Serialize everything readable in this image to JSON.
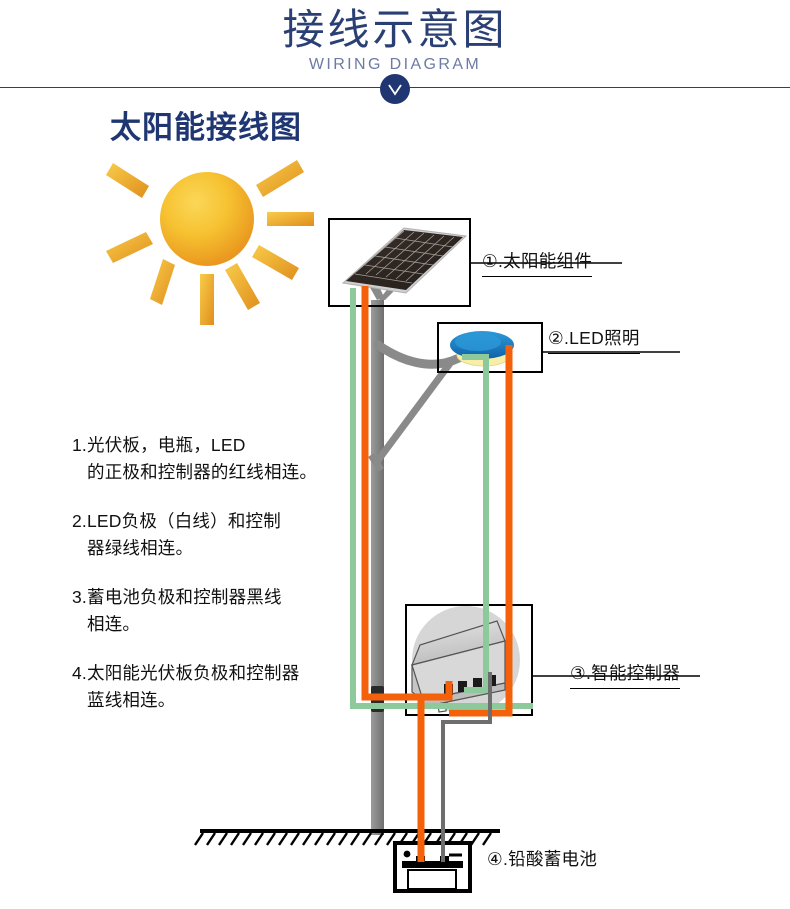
{
  "header": {
    "title": "接线示意图",
    "subtitle": "WIRING DIAGRAM",
    "badge_icon": "chevron-down-icon",
    "accent_color": "#1f3672",
    "rule_color": "#2a3f74"
  },
  "section": {
    "title": "太阳能接线图"
  },
  "notes": [
    {
      "line1": "1.光伏板，电瓶，LED",
      "line2": "的正极和控制器的红线相连。"
    },
    {
      "line1": "2.LED负极（白线）和控制",
      "line2": "器绿线相连。"
    },
    {
      "line1": "3.蓄电池负极和控制器黑线",
      "line2": "相连。"
    },
    {
      "line1": "4.太阳能光伏板负极和控制器",
      "line2": "蓝线相连。"
    }
  ],
  "callouts": [
    {
      "id": "callout-1",
      "label": "①.太阳能组件"
    },
    {
      "id": "callout-2",
      "label": "②.LED照明"
    },
    {
      "id": "callout-3",
      "label": "③.智能控制器"
    },
    {
      "id": "callout-4",
      "label": "④.铅酸蓄电池"
    }
  ],
  "diagram": {
    "components": [
      {
        "name": "sun",
        "label": "太阳"
      },
      {
        "name": "solar-panel",
        "label": "太阳能组件"
      },
      {
        "name": "led-lamp-head",
        "label": "LED照明"
      },
      {
        "name": "light-pole",
        "label": "灯杆"
      },
      {
        "name": "controller",
        "label": "智能控制器"
      },
      {
        "name": "battery",
        "label": "铅酸蓄电池"
      },
      {
        "name": "ground-line",
        "label": "地面"
      }
    ],
    "wires": [
      {
        "name": "positive-wire",
        "color": "#f4610a",
        "note": "正极 红线"
      },
      {
        "name": "led-negative-wire",
        "color": "#8dc99a",
        "note": "LED负极 绿线"
      },
      {
        "name": "battery-negative-wire",
        "color": "#6e6e6e",
        "note": "蓄电池负极 黑线"
      }
    ],
    "colors": {
      "orange_wire": "#f4610a",
      "green_wire": "#8dc99a",
      "black_wire": "#6e6e6e",
      "pole_gray": "#8c8c8c",
      "panel_dark": "#2b2420",
      "lamp_blue": "#1b7fc4",
      "lamp_lens": "#f7efa8",
      "sun_yellow": "#f2b21e",
      "controller_gray": "#d3d3d3"
    }
  }
}
